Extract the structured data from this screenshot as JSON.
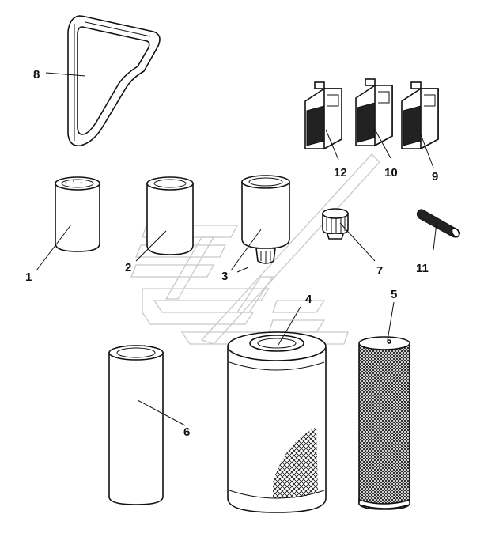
{
  "callouts": {
    "p1": "1",
    "p2": "2",
    "p3": "3",
    "p4": "4",
    "p5": "5",
    "p6": "6",
    "p7": "7",
    "p8": "8",
    "p9": "9",
    "p10": "10",
    "p11": "11",
    "p12": "12"
  },
  "colors": {
    "line": "#111111",
    "watermark": "#c9c9c9",
    "background": "#ffffff"
  }
}
